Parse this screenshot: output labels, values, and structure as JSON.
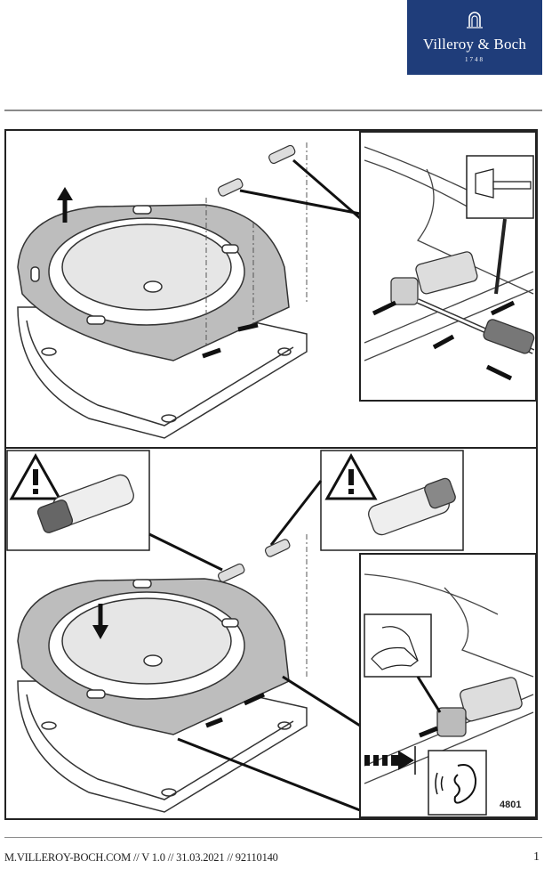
{
  "brand": {
    "name": "Villeroy & Boch",
    "year": "1748",
    "color": "#1f3d7a",
    "emblem": "arch-emblem-icon"
  },
  "illustration": {
    "code": "4801",
    "icons": [
      "warning-icon",
      "hammer-icon",
      "hand-icon",
      "ear-sound-icon",
      "arrow-icon"
    ]
  },
  "footer": {
    "text": "M.VILLEROY-BOCH.COM // V 1.0 // 31.03.2021 // 92110140",
    "page": "1"
  }
}
